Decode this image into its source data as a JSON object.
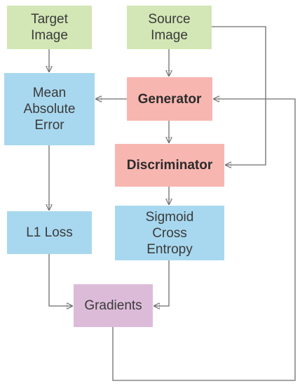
{
  "nodes": {
    "target_image": "Target\nImage",
    "source_image": "Source\nImage",
    "mean_absolute_error": "Mean\nAbsolute\nError",
    "generator": "Generator",
    "discriminator": "Discriminator",
    "l1_loss": "L1 Loss",
    "sigmoid_cross_entropy": "Sigmoid\nCross\nEntropy",
    "gradients": "Gradients"
  },
  "colors": {
    "input": "#d3e6b5",
    "loss": "#a8d8ef",
    "model": "#f8b6b0",
    "gradients": "#dcbbd9",
    "connector": "#6e6e6e"
  }
}
